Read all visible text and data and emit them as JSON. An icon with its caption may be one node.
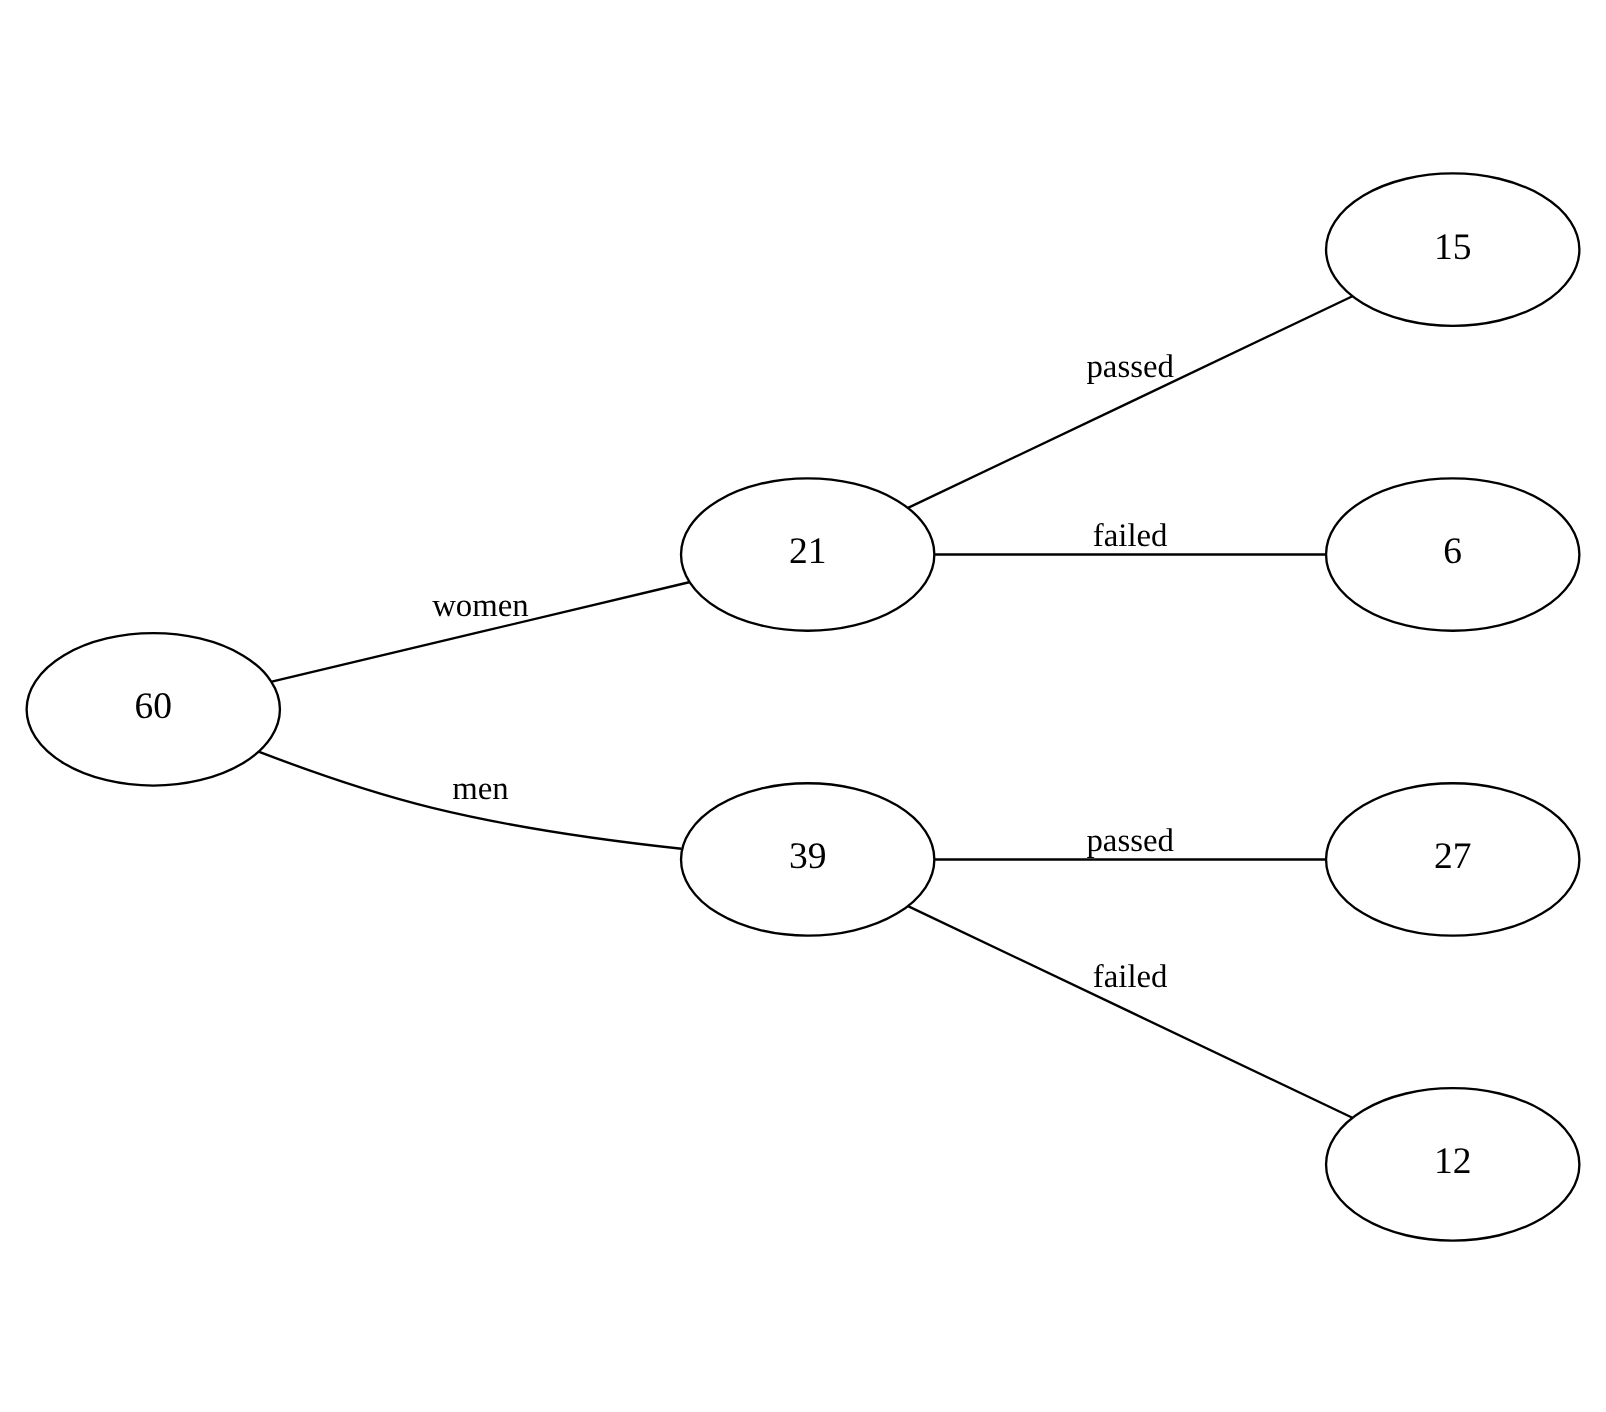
{
  "diagram": {
    "nodes": [
      {
        "text": [
          "60"
        ]
      },
      {
        "text": [
          "21"
        ]
      },
      {
        "text": [
          "39"
        ]
      },
      {
        "text": [
          "15"
        ]
      },
      {
        "text": [
          "6"
        ]
      },
      {
        "text": [
          "27"
        ]
      },
      {
        "text": [
          "12"
        ]
      }
    ],
    "edges": [
      {
        "from": 0,
        "to": 1,
        "arrow": "none",
        "label": "women"
      },
      {
        "from": 0,
        "to": 2,
        "arrow": "none",
        "label": "men"
      },
      {
        "from": 1,
        "to": 3,
        "arrow": "none",
        "label": "passed"
      },
      {
        "from": 1,
        "to": 4,
        "arrow": "none",
        "label": "failed"
      },
      {
        "from": 2,
        "to": 5,
        "arrow": "none",
        "label": "passed"
      },
      {
        "from": 2,
        "to": 6,
        "arrow": "none",
        "label": "failed"
      }
    ]
  }
}
